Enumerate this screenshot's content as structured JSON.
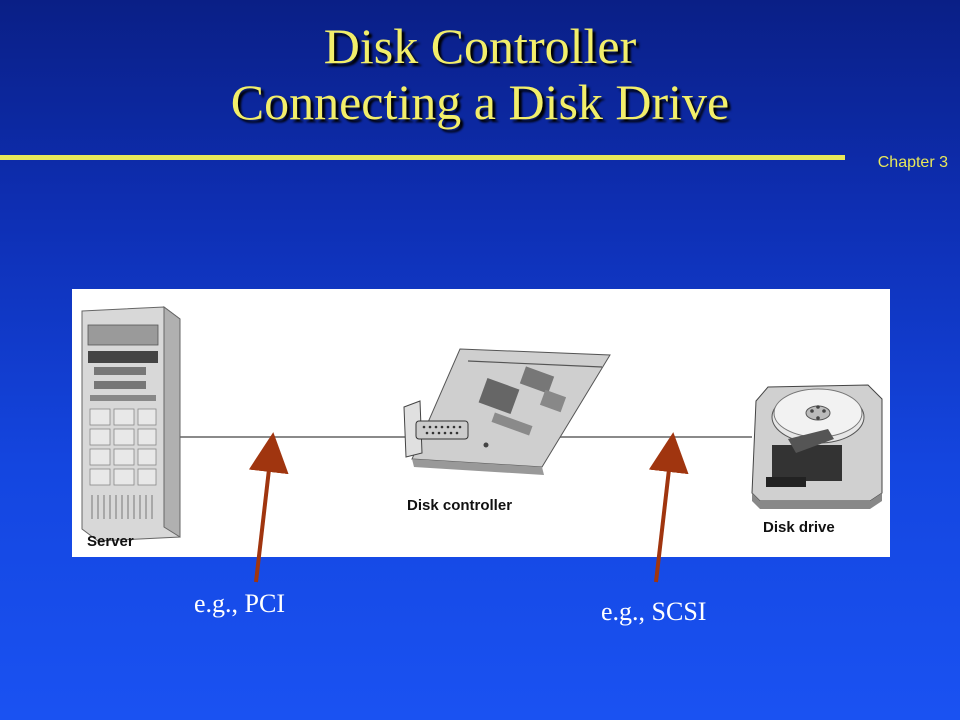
{
  "slide": {
    "title_line1": "Disk Controller",
    "title_line2": "Connecting a Disk Drive",
    "chapter": "Chapter 3"
  },
  "diagram": {
    "server_label": "Server",
    "controller_label": "Disk controller",
    "drive_label": "Disk drive",
    "bus_pci": "e.g., PCI",
    "bus_scsi": "e.g., SCSI"
  },
  "colors": {
    "title": "#f2ee6a",
    "rule": "#e8e85a",
    "arrow": "#a0350f",
    "cable": "#8a8a8a"
  }
}
